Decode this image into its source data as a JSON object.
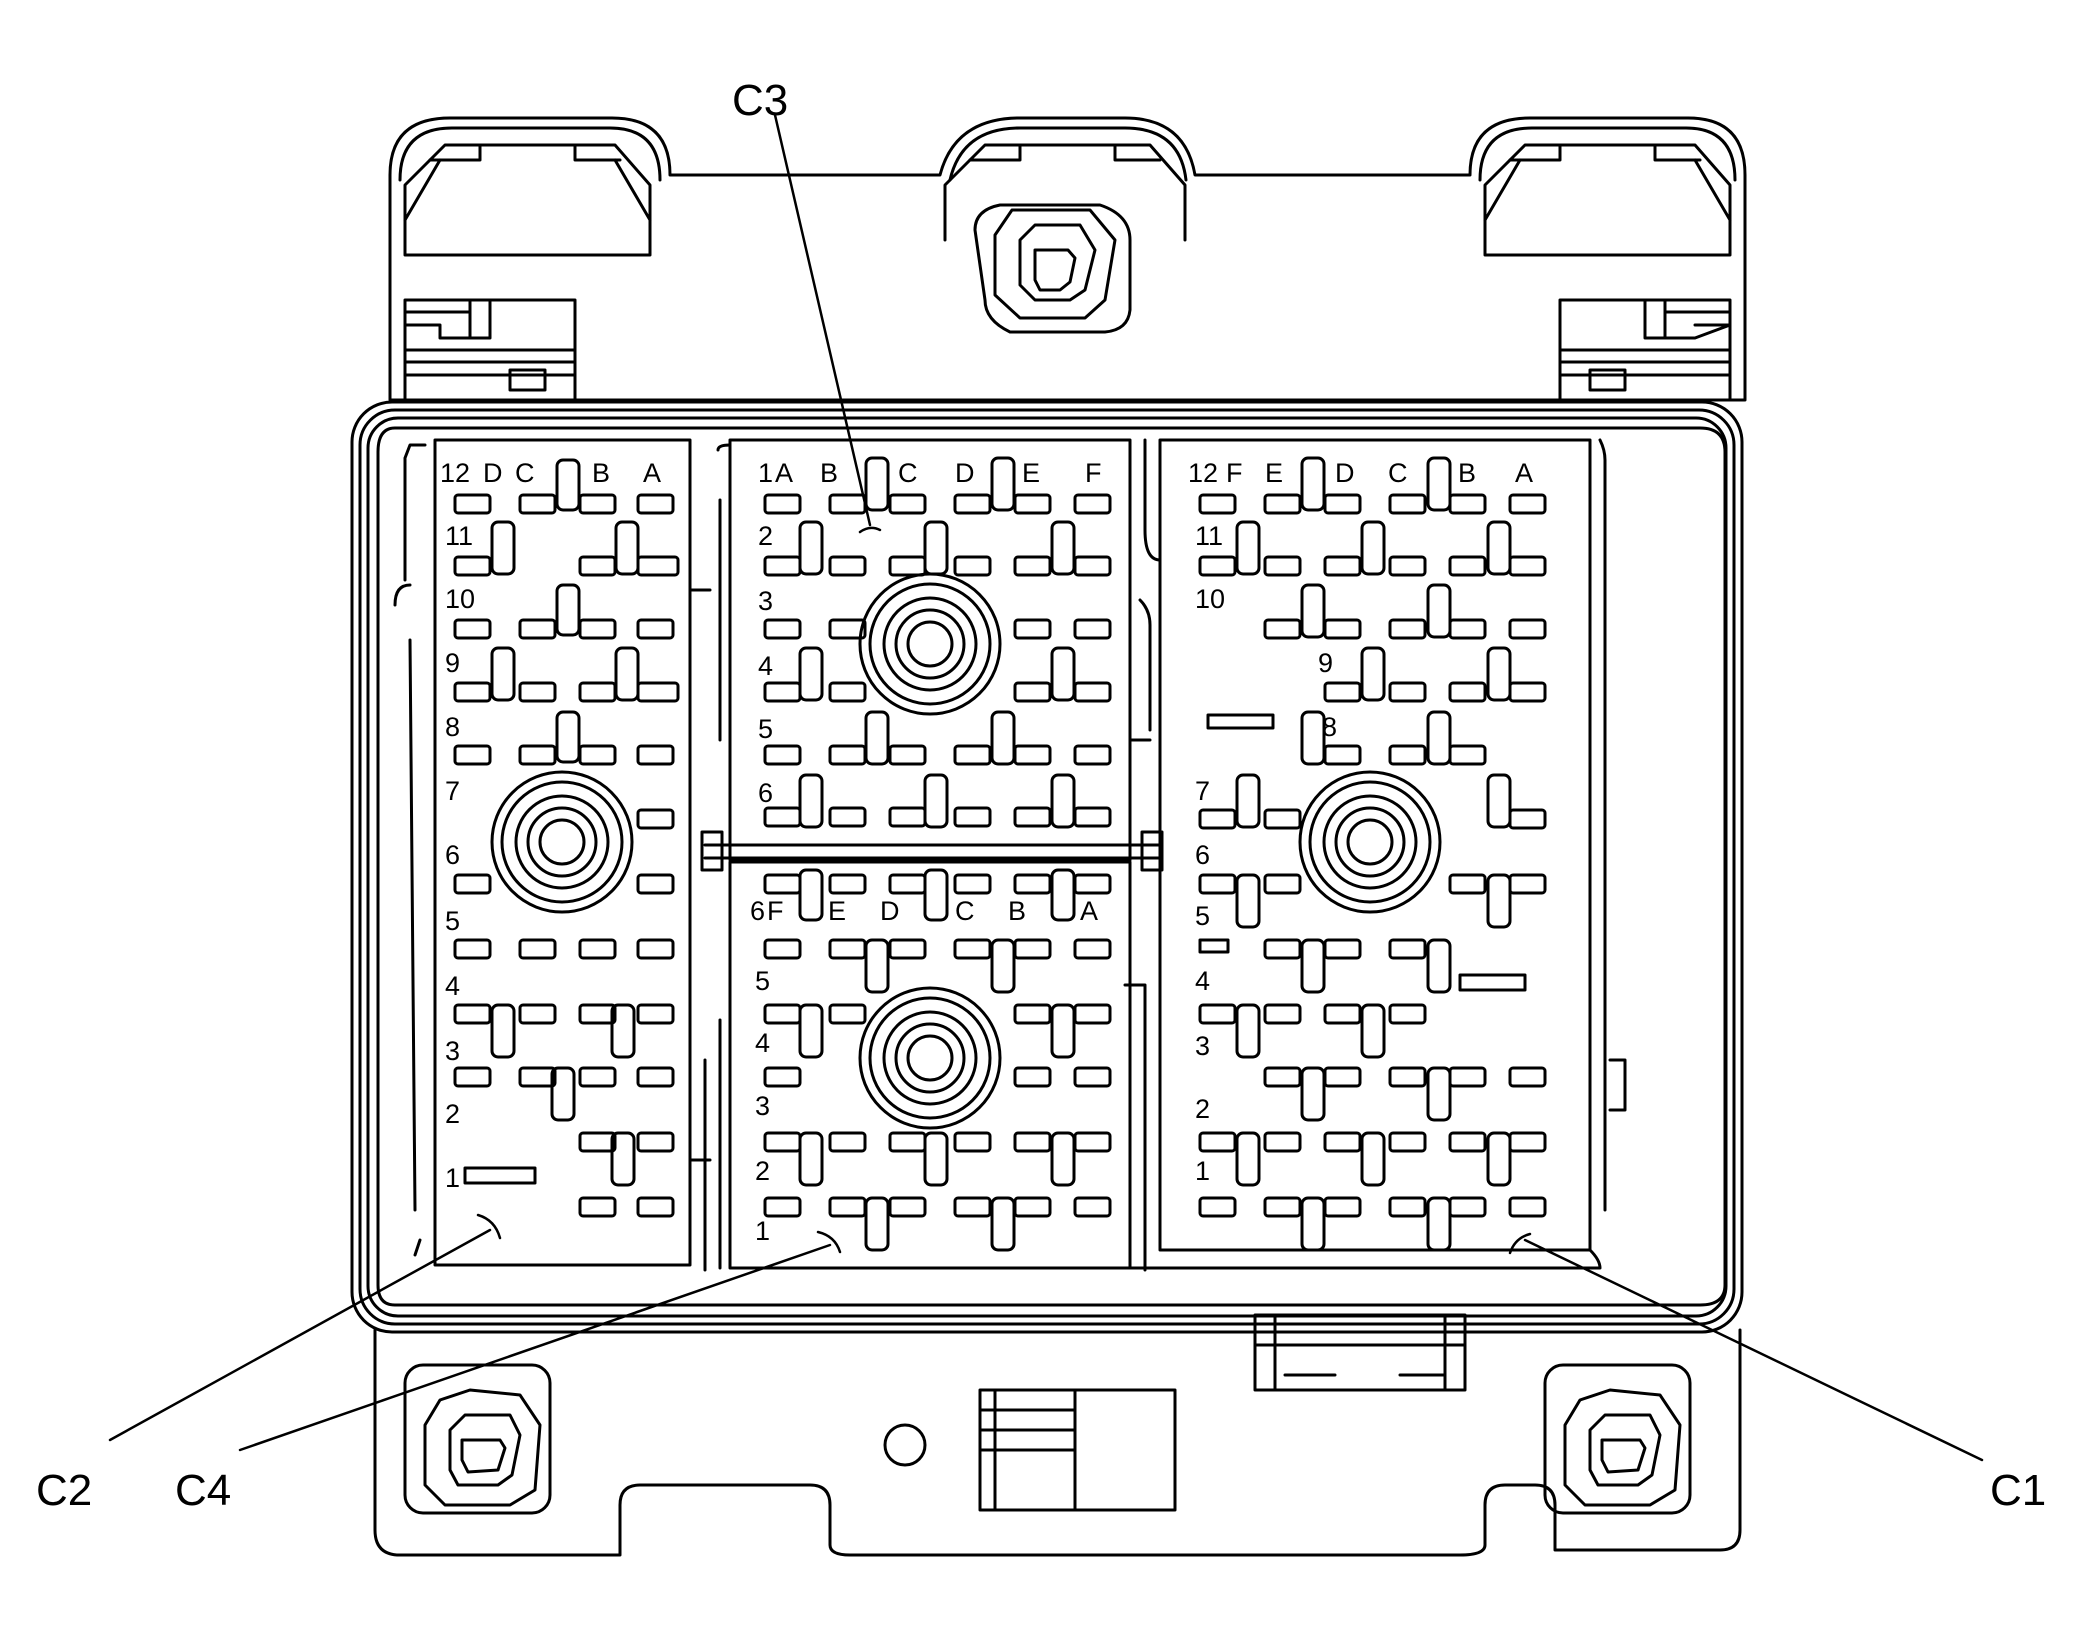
{
  "callouts": {
    "c1": "C1",
    "c2": "C2",
    "c3": "C3",
    "c4": "C4"
  },
  "c2_block": {
    "columns": [
      "12",
      "D",
      "C",
      "B",
      "A"
    ],
    "rows": [
      "11",
      "10",
      "9",
      "8",
      "7",
      "6",
      "5",
      "4",
      "3",
      "2",
      "1"
    ]
  },
  "c3_block": {
    "columns": [
      "1",
      "A",
      "B",
      "C",
      "D",
      "E",
      "F"
    ],
    "rows": [
      "2",
      "3",
      "4",
      "5",
      "6"
    ]
  },
  "c4_block": {
    "columns": [
      "6",
      "F",
      "E",
      "D",
      "C",
      "B",
      "A"
    ],
    "rows": [
      "5",
      "4",
      "3",
      "2",
      "1"
    ]
  },
  "c1_block": {
    "columns": [
      "12",
      "F",
      "E",
      "D",
      "C",
      "B",
      "A"
    ],
    "rows": [
      "11",
      "10",
      "9",
      "8",
      "7",
      "6",
      "5",
      "4",
      "3",
      "2",
      "1"
    ]
  },
  "colors": {
    "line": "#000000",
    "background": "#ffffff"
  }
}
